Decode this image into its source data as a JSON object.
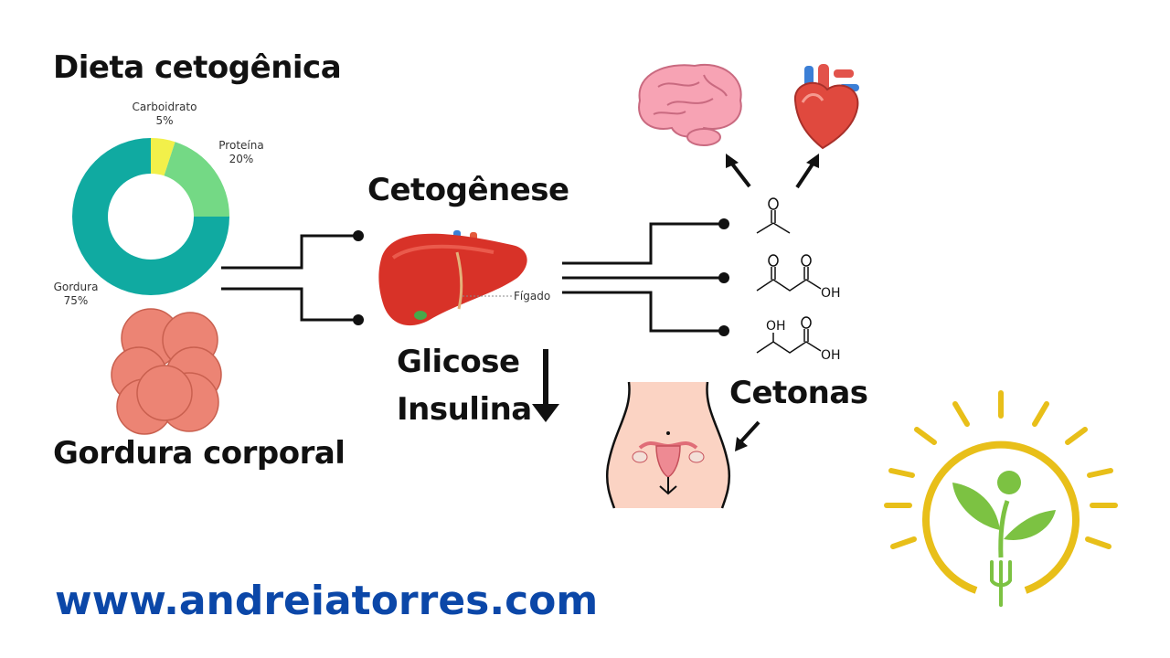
{
  "title": "Dieta cetogênica",
  "body_fat_label": "Gordura corporal",
  "process_title": "Cetogênese",
  "liver_label": "Fígado",
  "glucose_label": "Glicose",
  "insulin_label": "Insulina",
  "ketones_label": "Cetonas",
  "website": "www.andreiatorres.com",
  "chem_labels": {
    "oh_1": "OH",
    "oh_2": "OH",
    "oh_3": "OH"
  },
  "colors": {
    "fat": "#10aaa1",
    "protein": "#74d985",
    "carb": "#f2f04a",
    "fat_cells": "#ec8474",
    "liver": "#d83228",
    "logo_yellow": "#e8bf19",
    "logo_green": "#7cc242",
    "website": "#0b47a8"
  },
  "chart_data": {
    "type": "pie",
    "categories": [
      "Carboidrato",
      "Proteína",
      "Gordura"
    ],
    "values": [
      5,
      20,
      75
    ],
    "value_labels": [
      "5%",
      "20%",
      "75%"
    ],
    "title": "",
    "donut": true
  }
}
